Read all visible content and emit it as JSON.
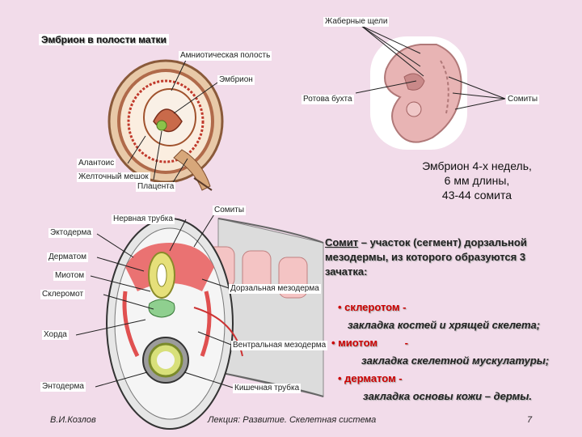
{
  "title": "Эмбрион в полости матки",
  "labels": {
    "gill_slits": "Жаберные щели",
    "amniotic_cavity": "Амниотическая полость",
    "embryo": "Эмбрион",
    "oral_bay": "Ротова бухта",
    "somites_top": "Сомиты",
    "allantois": "Алантоис",
    "yolk_sac": "Желточный мешок",
    "placenta": "Плацента",
    "somites_mid": "Сомиты",
    "neural_tube": "Нервная трубка",
    "ectoderm": "Эктодерма",
    "dermatome": "Дерматом",
    "myotome": "Миотом",
    "sclerotome": "Склеромот",
    "dorsal_mesoderm": "Дорзальная мезодерма",
    "chord": "Хорда",
    "ventral_mesoderm": "Вентральная мезодерма",
    "endoderm": "Энтодерма",
    "gut_tube": "Кишечная трубка"
  },
  "caption": {
    "line1": "Эмбрион 4-х недель,",
    "line2": "6 мм длины,",
    "line3": "43-44 сомита"
  },
  "definition": {
    "term": "Сомит",
    "text": " – участок (сегмент) дорзальной мезодермы, из которого образуются 3 зачатка:"
  },
  "bullets": [
    {
      "name": "склеротом",
      "desc": "закладка костей и хрящей скелета;"
    },
    {
      "name": "миотом",
      "desc": "закладка скелетной мускулатуры;"
    },
    {
      "name": "дерматом",
      "desc": "закладка основы кожи – дермы."
    }
  ],
  "footer": {
    "author": "В.И.Козлов",
    "lecture": "Лекция: Развитие. Скелетная система",
    "page": "7"
  }
}
